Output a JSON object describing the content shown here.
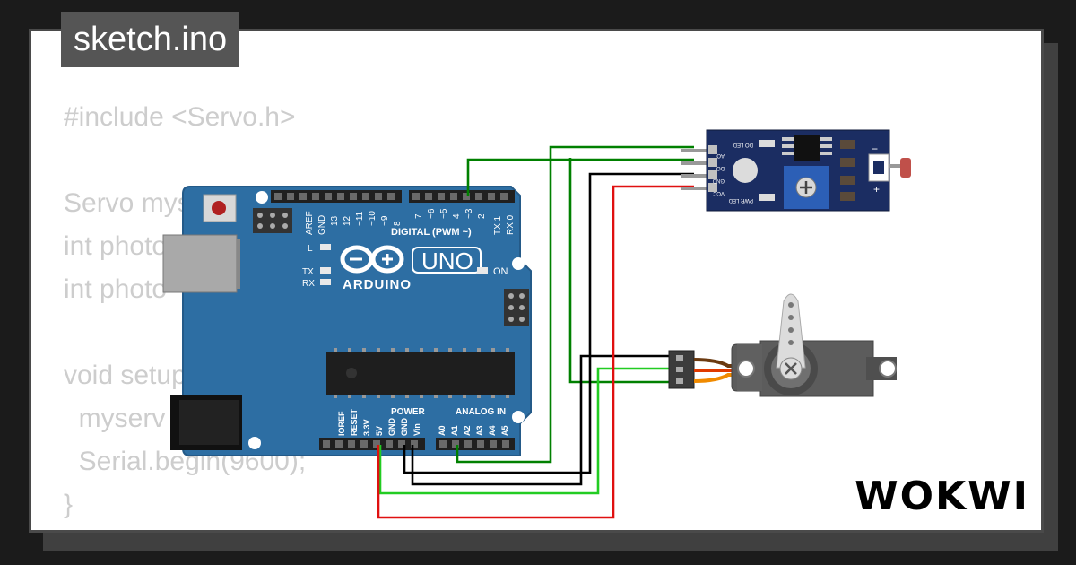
{
  "window": {
    "title": "sketch.ino",
    "brand": "WOKWI"
  },
  "code_lines": [
    "#include <Servo.h>",
    "",
    "Servo myservo;",
    "int photo",
    "int photo",
    "",
    "void setup",
    "  myserv",
    "  Serial.begin(9600);",
    "}"
  ],
  "arduino": {
    "model": "UNO",
    "brand": "ARDUINO",
    "digital_label": "DIGITAL (PWM ~)",
    "power_label": "POWER",
    "analog_label": "ANALOG IN",
    "on_label": "ON",
    "led_l": "L",
    "led_tx": "TX",
    "led_rx": "RX",
    "top_pins": [
      "AREF",
      "GND",
      "13",
      "12",
      "~11",
      "~10",
      "~9",
      "8",
      "7",
      "~6",
      "~5",
      "4",
      "~3",
      "2",
      "TX 1",
      "RX 0"
    ],
    "power_pins": [
      "IOREF",
      "RESET",
      "3.3V",
      "5V",
      "GND",
      "GND",
      "Vin"
    ],
    "analog_pins": [
      "A0",
      "A1",
      "A2",
      "A3",
      "A4",
      "A5"
    ]
  },
  "sensor": {
    "pins": [
      "AO",
      "DO",
      "GND",
      "VCC"
    ],
    "led_labels": [
      "DO LED",
      "PWR LED"
    ]
  },
  "wire_colors": {
    "green": "#008000",
    "black": "#000000",
    "red": "#e01010",
    "lime": "#22cc22"
  }
}
